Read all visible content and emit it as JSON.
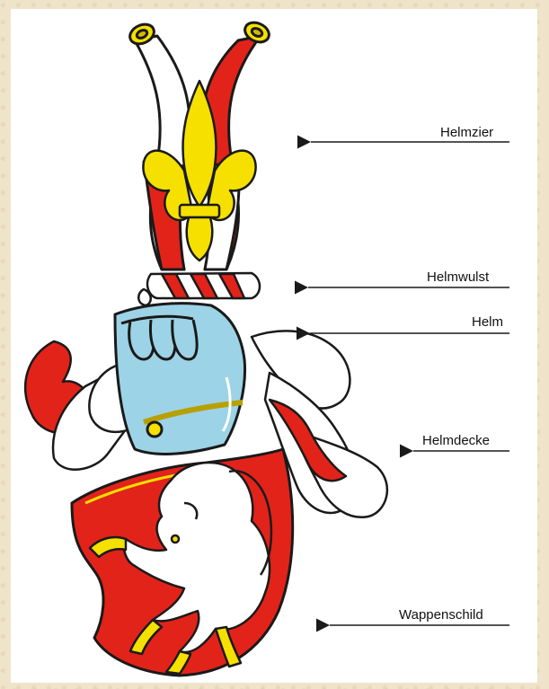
{
  "labels": {
    "helmzier": "Helmzier",
    "helmwulst": "Helmwulst",
    "helm": "Helm",
    "helmdecke": "Helmdecke",
    "wappenschild": "Wappenschild"
  },
  "colors": {
    "red": "#e2231a",
    "gold": "#f5e000",
    "steel": "#9cd3e6",
    "white": "#ffffff",
    "outline": "#1a1a1a",
    "parchment": "#efe3c9"
  },
  "icons": [
    "fleur-de-lis-icon",
    "horse-icon",
    "arrow-left-icon"
  ]
}
